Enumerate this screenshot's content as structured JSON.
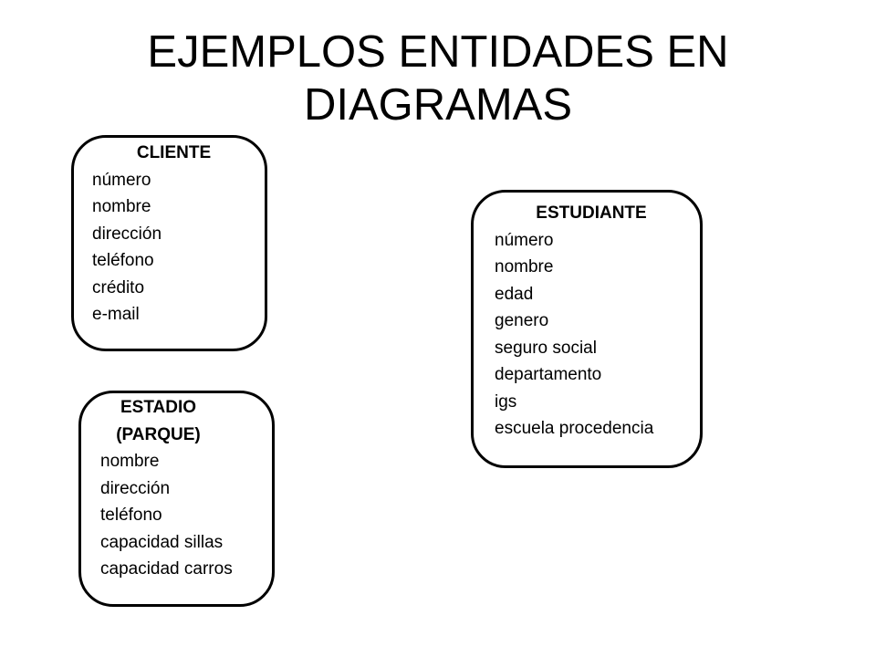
{
  "title": {
    "line1": "EJEMPLOS ENTIDADES EN",
    "line2": "DIAGRAMAS"
  },
  "entities": [
    {
      "name": "CLIENTE",
      "attributes": [
        "número",
        "nombre",
        "dirección",
        "teléfono",
        "crédito",
        "e-mail"
      ]
    },
    {
      "name": "ESTADIO\n(PARQUE)",
      "attributes": [
        "nombre",
        "dirección",
        "teléfono",
        "capacidad sillas",
        "capacidad carros"
      ]
    },
    {
      "name": "ESTUDIANTE",
      "attributes": [
        "número",
        "nombre",
        "edad",
        "genero",
        "seguro social",
        "departamento",
        "igs",
        "escuela procedencia"
      ]
    }
  ]
}
